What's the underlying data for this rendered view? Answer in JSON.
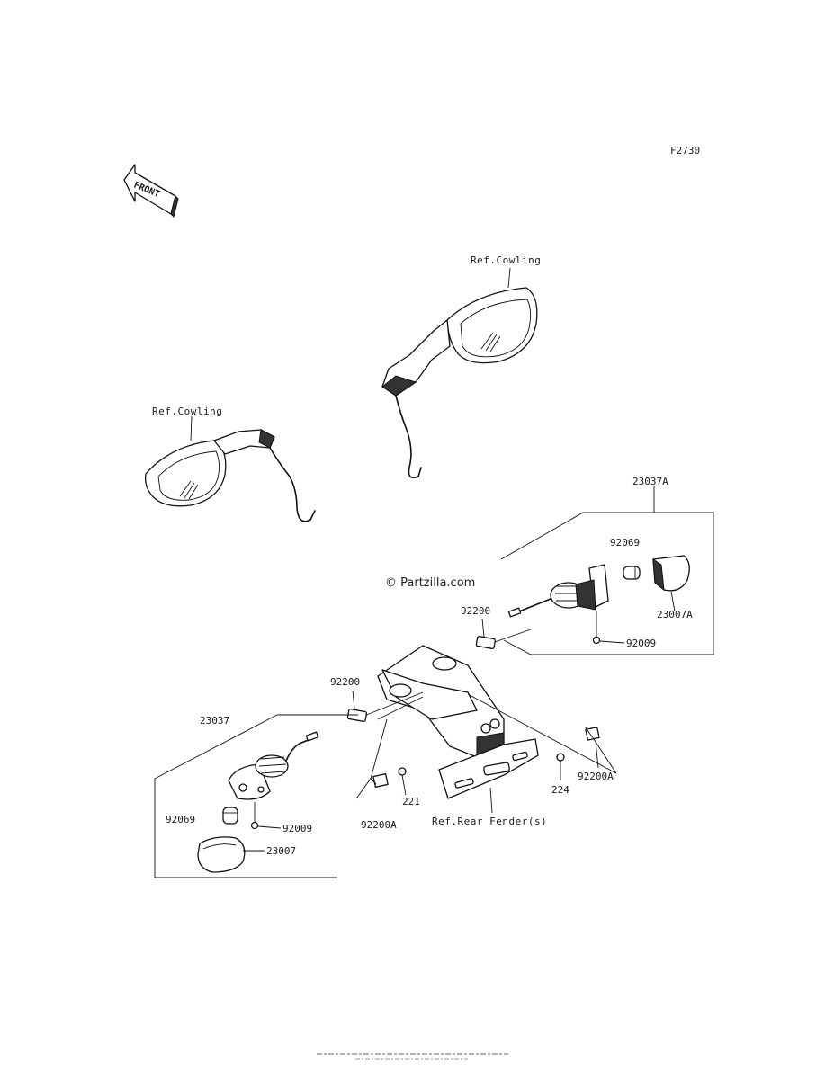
{
  "figure_code": "F2730",
  "front_arrow_label": "FRONT",
  "watermark": "© Partzilla.com",
  "refs": {
    "cowling_right": "Ref.Cowling",
    "cowling_left": "Ref.Cowling",
    "rear_fender": "Ref.Rear Fender(s)"
  },
  "parts": {
    "turn_signal_right": "23037A",
    "turn_signal_left": "23037",
    "bulb_right": "92069",
    "bulb_left": "92069",
    "lens_right": "23007A",
    "lens_left": "23007",
    "screw_right": "92009",
    "screw_left": "92009",
    "grommet_right": "92200",
    "grommet_left": "92200",
    "clip_left": "92200A",
    "clip_right": "92200A",
    "bolt_left": "221",
    "bolt_right": "224"
  },
  "colors": {
    "ink": "#111111",
    "background": "#ffffff"
  }
}
